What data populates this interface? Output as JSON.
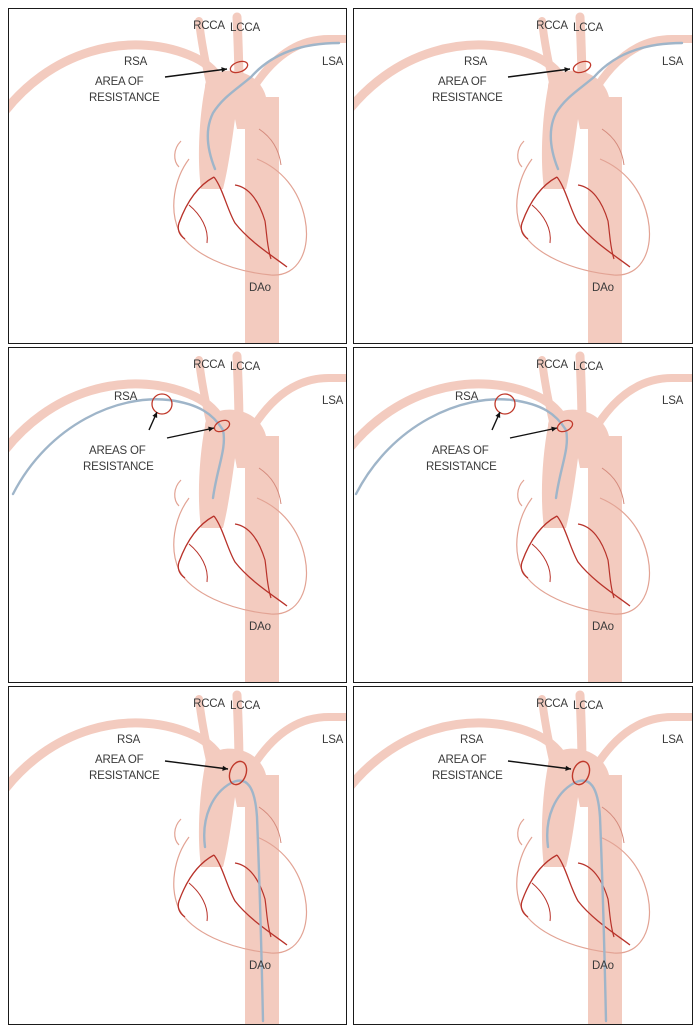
{
  "colors": {
    "vessel": "#f3cbbf",
    "vessel_edge": "#eab6a7",
    "coronary": "#b8322a",
    "wire": "#9fb5c9",
    "resistance": "#c0392b",
    "text": "#3a3a3a",
    "frame": "#1a1a1a"
  },
  "panels": [
    {
      "id": "p1",
      "labels": {
        "rcca": "RCCA",
        "lcca": "LCCA",
        "rsa": "RSA",
        "lsa": "LSA",
        "dao": "DAo"
      },
      "annotation": {
        "line1": "AREA OF",
        "line2": "RESISTANCE"
      },
      "wire": "lsa",
      "resistance": "lsa-origin"
    },
    {
      "id": "p2",
      "labels": {
        "rcca": "RCCA",
        "lcca": "LCCA",
        "rsa": "RSA",
        "lsa": "LSA",
        "dao": "DAo"
      },
      "annotation": {
        "line1": "AREA OF",
        "line2": "RESISTANCE"
      },
      "wire": "lsa",
      "resistance": "lsa-origin"
    },
    {
      "id": "p3",
      "labels": {
        "rcca": "RCCA",
        "lcca": "LCCA",
        "rsa": "RSA",
        "lsa": "LSA",
        "dao": "DAo"
      },
      "annotation": {
        "line1": "AREAS OF",
        "line2": "RESISTANCE"
      },
      "wire": "rsa",
      "resistance": "rsa-and-arch"
    },
    {
      "id": "p4",
      "labels": {
        "rcca": "RCCA",
        "lcca": "LCCA",
        "rsa": "RSA",
        "lsa": "LSA",
        "dao": "DAo"
      },
      "annotation": {
        "line1": "AREAS OF",
        "line2": "RESISTANCE"
      },
      "wire": "rsa",
      "resistance": "rsa-and-arch"
    },
    {
      "id": "p5",
      "labels": {
        "rcca": "RCCA",
        "lcca": "LCCA",
        "rsa": "RSA",
        "lsa": "LSA",
        "dao": "DAo"
      },
      "annotation": {
        "line1": "AREA OF",
        "line2": "RESISTANCE"
      },
      "wire": "dao",
      "resistance": "isthmus"
    },
    {
      "id": "p6",
      "labels": {
        "rcca": "RCCA",
        "lcca": "LCCA",
        "rsa": "RSA",
        "lsa": "LSA",
        "dao": "DAo"
      },
      "annotation": {
        "line1": "AREA OF",
        "line2": "RESISTANCE"
      },
      "wire": "dao",
      "resistance": "isthmus"
    }
  ]
}
